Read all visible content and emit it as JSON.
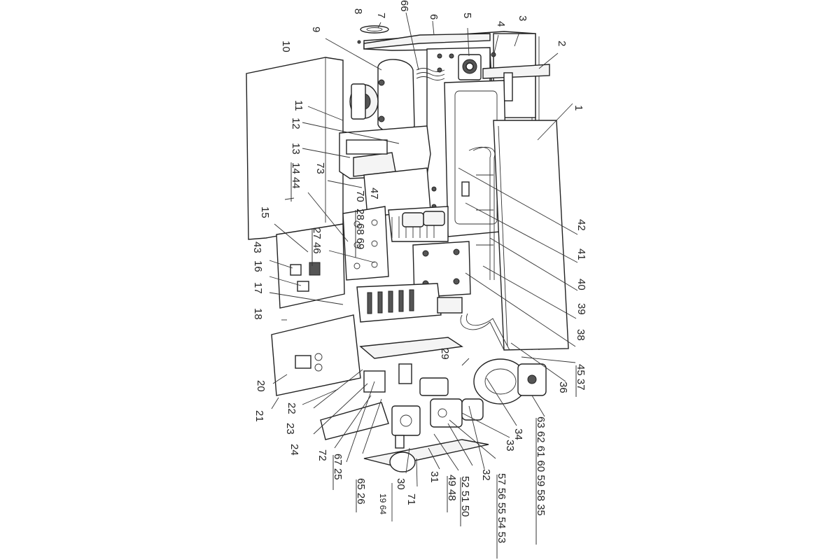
{
  "diagram": {
    "callouts": [
      {
        "id": "c1",
        "text": "1"
      },
      {
        "id": "c2",
        "text": "2"
      },
      {
        "id": "c3",
        "text": "3"
      },
      {
        "id": "c4",
        "text": "4"
      },
      {
        "id": "c5",
        "text": "5"
      },
      {
        "id": "c6",
        "text": "6"
      },
      {
        "id": "c66",
        "text": "66"
      },
      {
        "id": "c7",
        "text": "7"
      },
      {
        "id": "c8",
        "text": "8"
      },
      {
        "id": "c9",
        "text": "9"
      },
      {
        "id": "c10",
        "text": "10"
      },
      {
        "id": "c11",
        "text": "11"
      },
      {
        "id": "c12",
        "text": "12"
      },
      {
        "id": "c13",
        "text": "13"
      },
      {
        "id": "c14",
        "text": "14 44"
      },
      {
        "id": "c73",
        "text": "73"
      },
      {
        "id": "c15",
        "text": "15"
      },
      {
        "id": "c43",
        "text": "43"
      },
      {
        "id": "c16",
        "text": "16"
      },
      {
        "id": "c17",
        "text": "17"
      },
      {
        "id": "c18",
        "text": "18"
      },
      {
        "id": "c47",
        "text": "47"
      },
      {
        "id": "c70",
        "text": "70"
      },
      {
        "id": "c69",
        "text": "28 68 69"
      },
      {
        "id": "c27",
        "text": "27 46"
      },
      {
        "id": "c20",
        "text": "20"
      },
      {
        "id": "c21",
        "text": "21"
      },
      {
        "id": "c22",
        "text": "22"
      },
      {
        "id": "c23",
        "text": "23"
      },
      {
        "id": "c24",
        "text": "24"
      },
      {
        "id": "c72",
        "text": "72"
      },
      {
        "id": "c67",
        "text": "67 25"
      },
      {
        "id": "c65",
        "text": "65 26"
      },
      {
        "id": "c19",
        "text": "19 64"
      },
      {
        "id": "c29",
        "text": "29"
      },
      {
        "id": "c30",
        "text": "30"
      },
      {
        "id": "c71",
        "text": "71"
      },
      {
        "id": "c31",
        "text": "31"
      },
      {
        "id": "c49",
        "text": "49 48"
      },
      {
        "id": "c52",
        "text": "52 51 50"
      },
      {
        "id": "c32",
        "text": "32"
      },
      {
        "id": "c57",
        "text": "57 56 55 54 53"
      },
      {
        "id": "c33",
        "text": "33"
      },
      {
        "id": "c34",
        "text": "34"
      },
      {
        "id": "c63",
        "text": "63 62 61 60 59 58 35"
      },
      {
        "id": "c36",
        "text": "36"
      },
      {
        "id": "c45",
        "text": "45 37"
      },
      {
        "id": "c38",
        "text": "38"
      },
      {
        "id": "c39",
        "text": "39"
      },
      {
        "id": "c40",
        "text": "40"
      },
      {
        "id": "c41",
        "text": "41"
      },
      {
        "id": "c42",
        "text": "42"
      }
    ]
  }
}
